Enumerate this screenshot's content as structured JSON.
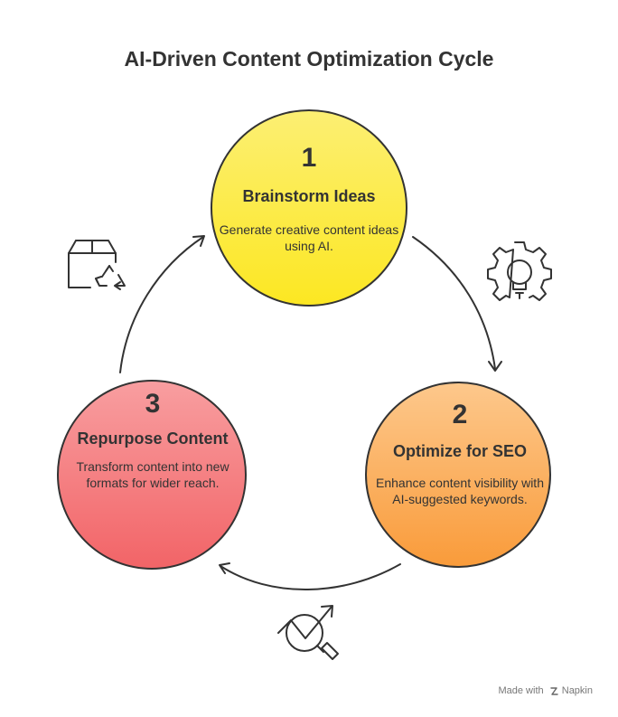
{
  "title": "AI-Driven Content Optimization Cycle",
  "nodes": [
    {
      "number": "1",
      "title": "Brainstorm Ideas",
      "description": "Generate creative content ideas using AI.",
      "color_top": "#FCEF73",
      "color_bottom": "#FCE722"
    },
    {
      "number": "2",
      "title": "Optimize for SEO",
      "description": "Enhance content visibility with AI-suggested keywords.",
      "color_top": "#FDC88C",
      "color_bottom": "#F99B3A"
    },
    {
      "number": "3",
      "title": "Repurpose Content",
      "description": "Transform content into new formats for wider reach.",
      "color_top": "#F89EA0",
      "color_bottom": "#F26467"
    }
  ],
  "icons": [
    "package-recycle-icon",
    "gear-lightbulb-icon",
    "magnifier-trend-icon"
  ],
  "footer": {
    "made_with": "Made with",
    "brand": "Napkin",
    "logo_icon": "napkin-logo-icon"
  }
}
